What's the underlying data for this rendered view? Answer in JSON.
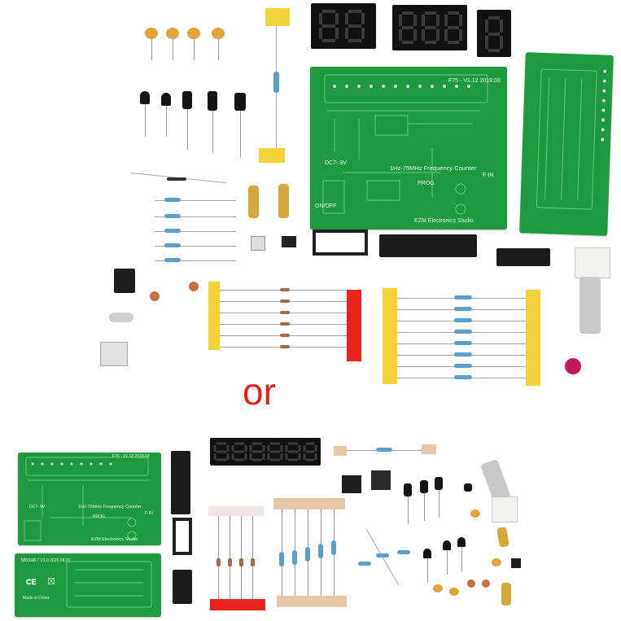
{
  "separator": {
    "text": "or"
  },
  "kit_top": {
    "main_board": {
      "version": "F75 - V1.12  2018.03",
      "title": "1Hz-75MHz Frequency Counter",
      "power_label": "DC7- 9V",
      "switch_label": "ON/OFF",
      "prog_label": "PROG.",
      "fin_label": "F-IN",
      "maker": "EZM Electronics Studio"
    },
    "display_board": {}
  },
  "kit_bottom": {
    "main_board": {
      "version": "F75 - V1.12  2018.03",
      "title": "1Hz-75MHz Frequency Counter",
      "power_label": "DC7- 9V",
      "prog_label": "PROG.",
      "fin_label": "F-IN",
      "maker": "EZM Electronics Studio"
    },
    "display_board": {
      "version": "5B91A8-7  V1.0  2020.08.21",
      "made_in": "Made in China"
    }
  },
  "colors": {
    "pcb_green": "#1f9a3e",
    "separator_red": "#e8231e",
    "tape_yellow": "#f2d339",
    "tape_red": "#e8231e"
  }
}
